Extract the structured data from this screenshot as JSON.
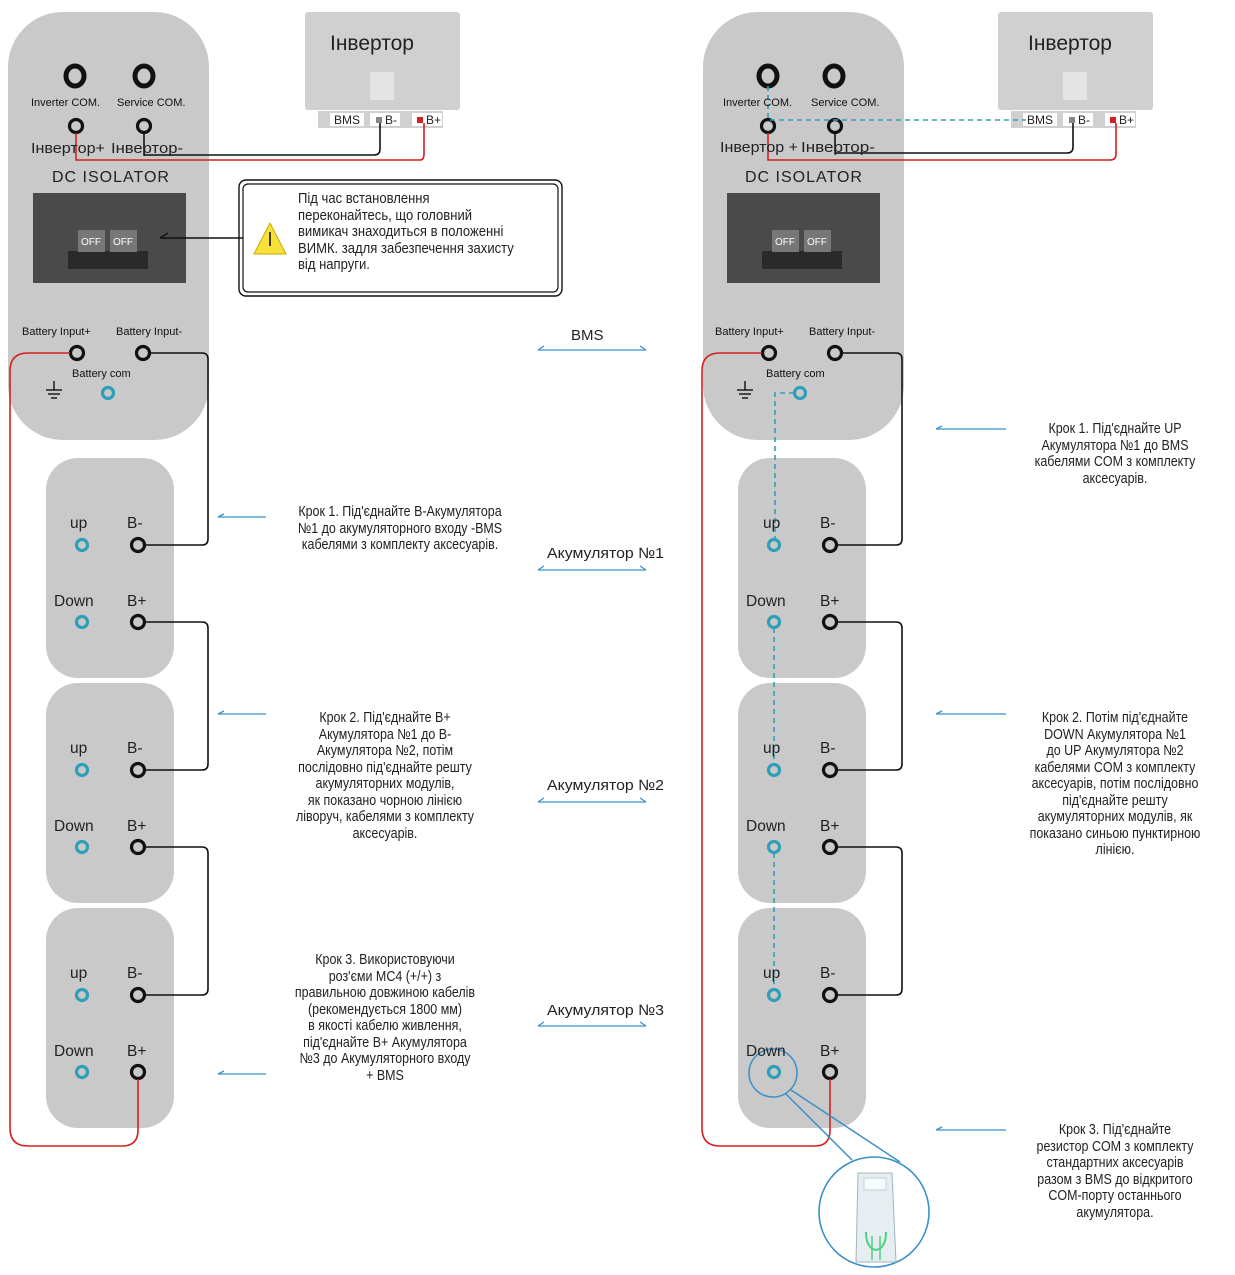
{
  "colors": {
    "panel_gray": "#c9c9c9",
    "switch_dark": "#4a4a4a",
    "cable_red": "#d42020",
    "cable_black": "#111111",
    "com_teal": "#2e9fb8",
    "arrow_blue": "#3a90c8"
  },
  "bms": {
    "inverter_com": "Inverter COM.",
    "service_com": "Service COM.",
    "inverter_plus": "Інвертор+",
    "inverter_minus": "Інвертор-",
    "inverter_plus_right": "Інвертор +",
    "dc_isolator": "DC ISOLATOR",
    "off": "OFF",
    "battery_input_plus": "Battery Input+",
    "battery_input_minus": "Battery Input-",
    "battery_com": "Battery com",
    "ground_icon": "ground-icon"
  },
  "inverter": {
    "title": "Інвертор",
    "port_bms": "BMS",
    "port_bminus": "B-",
    "port_bplus": "B+"
  },
  "battery": {
    "up": "up",
    "down": "Down",
    "bminus": "B-",
    "bplus": "B+"
  },
  "center_labels": {
    "bms": "BMS",
    "battery1": "Акумулятор  №1",
    "battery2": "Акумулятор  №2",
    "battery3": "Акумулятор  №3"
  },
  "warning": {
    "icon": "warning-triangle-icon",
    "lines": [
      "Під час встановлення",
      "переконайтесь, що головний",
      "вимикач знаходиться в положенні",
      "ВИМК. задля забезпечення захисту",
      "від напруги."
    ]
  },
  "left_steps": {
    "step1": [
      "Крок 1. Під'єднайте  B-Акумулятора",
      "№1 до акумуляторного входу  -BMS",
      "кабелями з комплекту аксесуарів."
    ],
    "step2": [
      "Крок 2. Під'єднайте  B+",
      "Акумулятора №1 до B-",
      "Акумулятора №2, потім",
      "послідовно під'єднайте решту",
      "акумуляторних модулів,",
      "як показано чорною лінією",
      "ліворуч, кабелями з комплекту",
      "аксесуарів."
    ],
    "step3": [
      "Крок 3. Використовуючи",
      "роз'єми MC4 (+/+) з",
      "правильною довжиною кабелів",
      "(рекомендується 1800 мм)",
      "в якості кабелю живлення,",
      "під'єднайте B+ Акумулятора",
      "№3 до Акумуляторного входу",
      "+ BMS"
    ]
  },
  "right_steps": {
    "step1": [
      "Крок 1. Під'єднайте UP",
      "Акумулятора №1 до BMS",
      "кабелями COM з комплекту",
      "аксесуарів."
    ],
    "step2": [
      "Крок 2. Потім під'єднайте",
      "DOWN Акумулятора №1",
      "до UP Акумулятора №2",
      "кабелями COM з комплекту",
      "аксесуарів, потім послідовно",
      "під'єднайте решту",
      "акумуляторних модулів, як",
      "показано синьою пунктирною",
      "лінією."
    ],
    "step3": [
      "Крок 3. Під'єднайте",
      "резистор COM з комплекту",
      "стандартних аксесуарів",
      "разом з BMS до  відкритого",
      "COM-порту останнього",
      "акумулятора."
    ]
  }
}
